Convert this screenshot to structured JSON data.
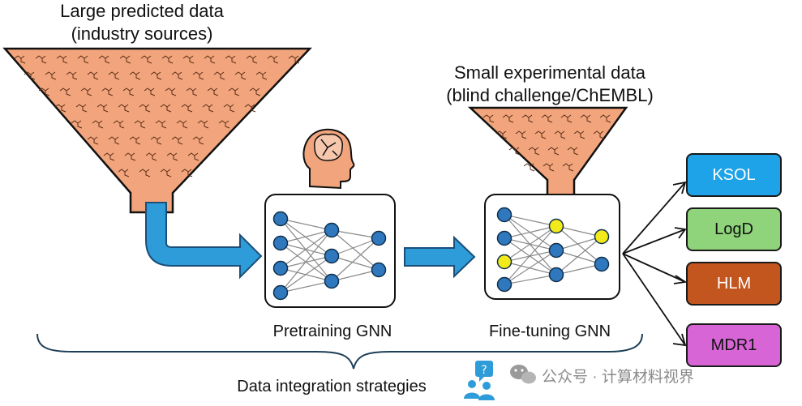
{
  "funnel_large": {
    "title_line1": "Large predicted data",
    "title_line2": "(industry sources)"
  },
  "funnel_small": {
    "title_line1": "Small experimental data",
    "title_line2": "(blind challenge/ChEMBL)"
  },
  "pretraining": {
    "label": "Pretraining GNN"
  },
  "finetuning": {
    "label": "Fine-tuning GNN"
  },
  "outputs": [
    {
      "label": "KSOL",
      "color": "#1fa3e8",
      "text_color": "#ffffff"
    },
    {
      "label": "LogD",
      "color": "#8fd47a",
      "text_color": "#111111"
    },
    {
      "label": "HLM",
      "color": "#c3561f",
      "text_color": "#ffffff"
    },
    {
      "label": "MDR1",
      "color": "#d865d6",
      "text_color": "#111111"
    }
  ],
  "integration": {
    "label": "Data integration strategies"
  },
  "watermark": {
    "text": "公众号 · 计算材料视界"
  },
  "colors": {
    "funnel_fill": "#f2a57c",
    "arrow_fill": "#2e9cd8",
    "node_blue": "#2f78bd",
    "node_yellow": "#f2ea1a",
    "edge_gray": "#8a8a8a"
  }
}
